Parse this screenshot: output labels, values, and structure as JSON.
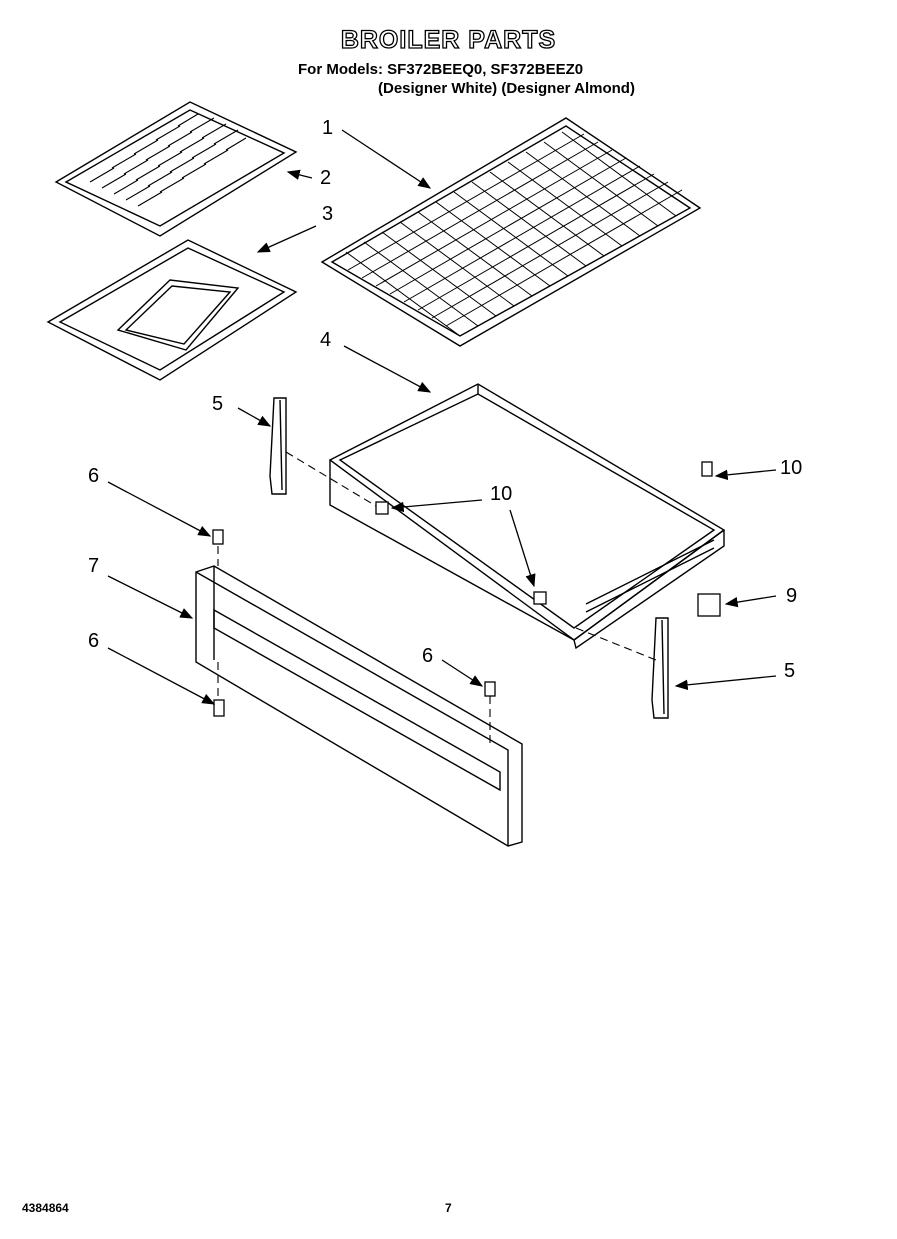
{
  "header": {
    "title": "BROILER PARTS",
    "models_line": "For Models: SF372BEEQ0, SF372BEEZ0",
    "variants_line": "(Designer White)  (Designer Almond)"
  },
  "callouts": [
    {
      "number": "1",
      "part": "broiler-grid"
    },
    {
      "number": "2",
      "part": "broiler-pan-grid"
    },
    {
      "number": "3",
      "part": "broiler-pan"
    },
    {
      "number": "4",
      "part": "drawer"
    },
    {
      "number": "5",
      "part": "drawer-glide-left"
    },
    {
      "number": "5",
      "part": "drawer-glide-right"
    },
    {
      "number": "6",
      "part": "screw-top-left"
    },
    {
      "number": "6",
      "part": "screw-bottom-left"
    },
    {
      "number": "6",
      "part": "screw-top-right"
    },
    {
      "number": "7",
      "part": "drawer-front-panel"
    },
    {
      "number": "9",
      "part": "glide-bracket"
    },
    {
      "number": "10",
      "part": "screw-drawer-inner"
    },
    {
      "number": "10",
      "part": "screw-drawer-lower"
    },
    {
      "number": "10",
      "part": "screw-drawer-right"
    }
  ],
  "footer": {
    "document_number": "4384864",
    "page_number": "7"
  }
}
